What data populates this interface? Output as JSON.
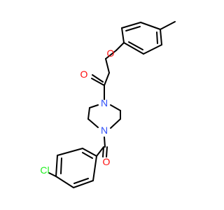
{
  "molecule": {
    "atoms": [
      {
        "id": "cl",
        "label": "Cl"
      },
      {
        "id": "o_amide",
        "label": "O"
      },
      {
        "id": "n_bottom",
        "label": "N"
      },
      {
        "id": "n_top",
        "label": "N"
      },
      {
        "id": "o_ketone",
        "label": "O"
      },
      {
        "id": "o_ether",
        "label": "O"
      }
    ]
  },
  "colors": {
    "bond": "#000000",
    "oxygen": "#ff0d0d",
    "nitrogen": "#3050f8",
    "chlorine": "#1ff01f"
  }
}
